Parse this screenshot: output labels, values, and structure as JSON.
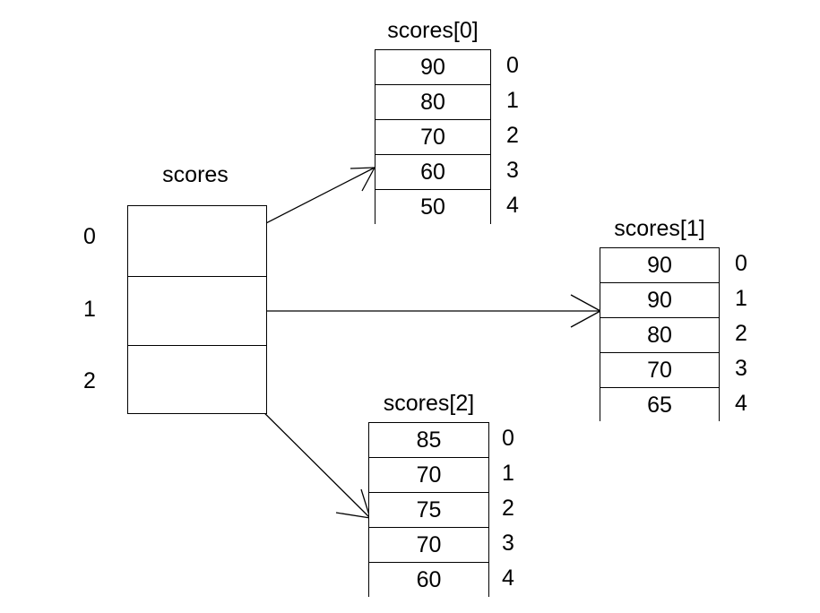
{
  "diagram": {
    "title": "scores",
    "outer": {
      "label": "scores",
      "indices": [
        "0",
        "1",
        "2"
      ],
      "cells": [
        "",
        "",
        ""
      ]
    },
    "inner_arrays": [
      {
        "label": "scores[0]",
        "values": [
          "90",
          "80",
          "70",
          "60",
          "50"
        ],
        "indices": [
          "0",
          "1",
          "2",
          "3",
          "4"
        ]
      },
      {
        "label": "scores[1]",
        "values": [
          "90",
          "90",
          "80",
          "70",
          "65"
        ],
        "indices": [
          "0",
          "1",
          "2",
          "3",
          "4"
        ]
      },
      {
        "label": "scores[2]",
        "values": [
          "85",
          "70",
          "75",
          "70",
          "60"
        ],
        "indices": [
          "0",
          "1",
          "2",
          "3",
          "4"
        ]
      }
    ],
    "colors": {
      "stroke": "#000000",
      "text": "#000000",
      "background": "#ffffff"
    }
  }
}
